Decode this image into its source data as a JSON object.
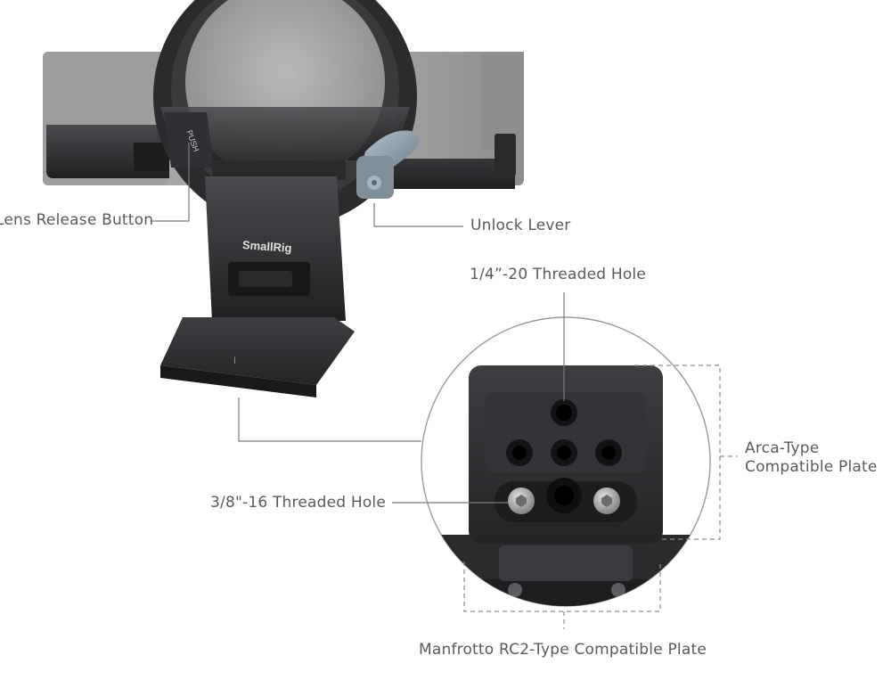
{
  "callouts": {
    "lens_release": "Lens Release Button",
    "unlock_lever": "Unlock Lever",
    "quarter_hole": "1/4”-20 Threaded Hole",
    "arca_line1": "Arca-Type",
    "arca_line2": "Compatible Plate",
    "three_eighths_hole": "3/8\"-16 Threaded Hole",
    "manfrotto": "Manfrotto RC2-Type Compatible Plate"
  },
  "product_markings": {
    "brand_logo": "SmallRig",
    "push_label": "PUSH",
    "plate_mark": "I"
  },
  "colors": {
    "metal_dark": "#2a2a2c",
    "camera_body": "#a4a4a4",
    "leader_line": "#7a7a7a"
  }
}
